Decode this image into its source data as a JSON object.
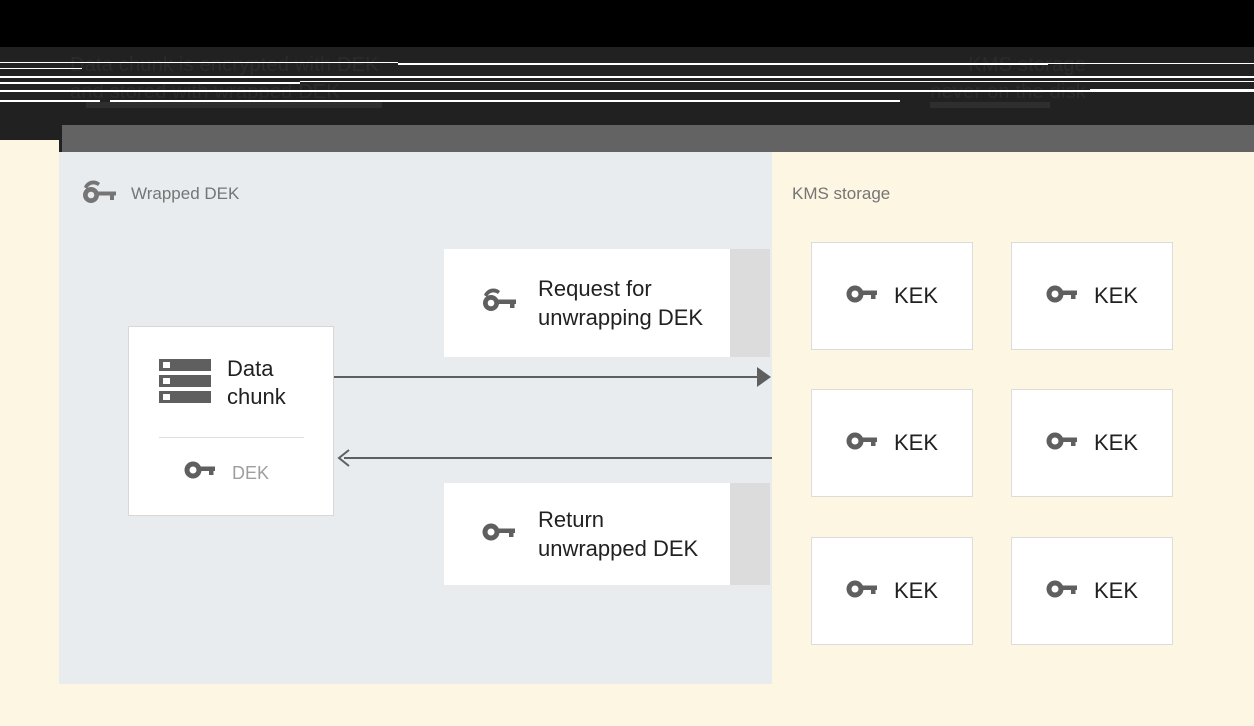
{
  "header": {
    "title_left": "Data chunk is encrypted with DEK\nand stored with wrapped DEK",
    "title_right": "KMS storage\nnever on the disk",
    "colors": {
      "band_black": "#000000",
      "band_dark": "#212121",
      "band_gray": "#636363"
    }
  },
  "diagram": {
    "type": "flow-diagram",
    "background": "#fdf6e3",
    "left_panel": {
      "label": "Wrapped DEK",
      "icon": "wrapped-key-icon",
      "background": "#e8ecef",
      "data_chunk_card": {
        "title": "Data\nchunk",
        "icon": "storage-chunk-icon",
        "key_label": "DEK",
        "key_icon": "key-icon"
      },
      "messages": [
        {
          "id": "request",
          "text": "Request for\nunwrapping DEK",
          "icon": "wrapped-key-icon",
          "direction": "right"
        },
        {
          "id": "return",
          "text": "Return\nunwrapped DEK",
          "icon": "key-icon",
          "direction": "left"
        }
      ],
      "arrows": [
        {
          "id": "arrow-to-kms",
          "direction": "right",
          "color": "#5f5f5f"
        },
        {
          "id": "arrow-from-kms",
          "direction": "left",
          "color": "#5f5f5f"
        }
      ]
    },
    "right_panel": {
      "label": "KMS storage",
      "background": "#fdf6e3",
      "kek_cards": [
        {
          "label": "KEK",
          "icon": "key-icon"
        },
        {
          "label": "KEK",
          "icon": "key-icon"
        },
        {
          "label": "KEK",
          "icon": "key-icon"
        },
        {
          "label": "KEK",
          "icon": "key-icon"
        },
        {
          "label": "KEK",
          "icon": "key-icon"
        },
        {
          "label": "KEK",
          "icon": "key-icon"
        }
      ]
    }
  }
}
